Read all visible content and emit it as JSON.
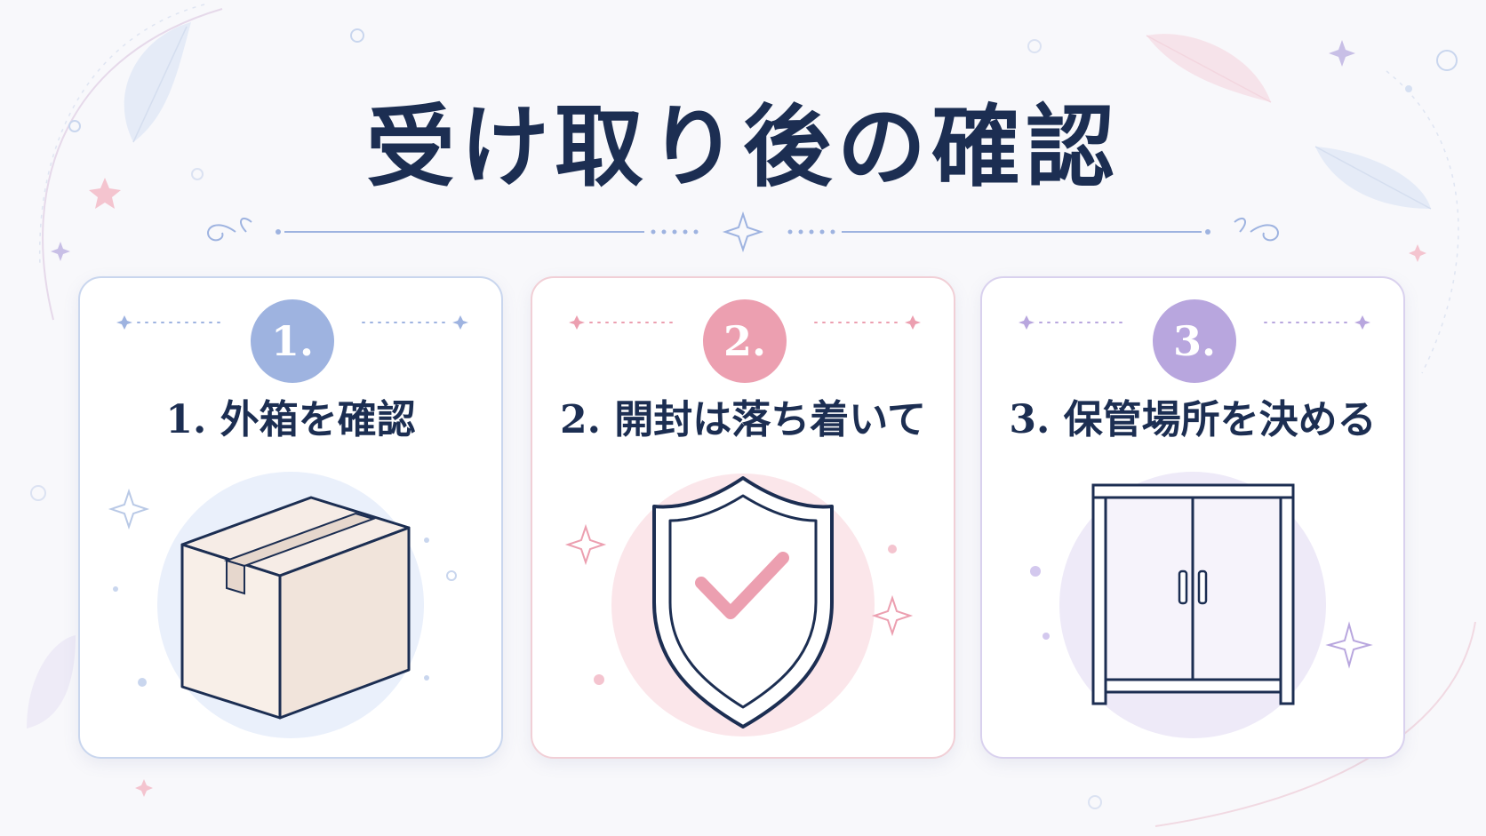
{
  "title": "受け取り後の確認",
  "cards": [
    {
      "number": "1.",
      "label": "1. 外箱を確認",
      "icon": "cardboard-box-icon",
      "accent": "#9eb3e0"
    },
    {
      "number": "2.",
      "label": "2. 開封は落ち着いて",
      "icon": "shield-check-icon",
      "accent": "#ec9fb0"
    },
    {
      "number": "3.",
      "label": "3. 保管場所を決める",
      "icon": "cabinet-icon",
      "accent": "#b8a6de"
    }
  ],
  "colors": {
    "title": "#1c2e52",
    "background": "#f8f8fb",
    "blue": "#9eb3e0",
    "pink": "#ec9fb0",
    "purple": "#b8a6de"
  }
}
